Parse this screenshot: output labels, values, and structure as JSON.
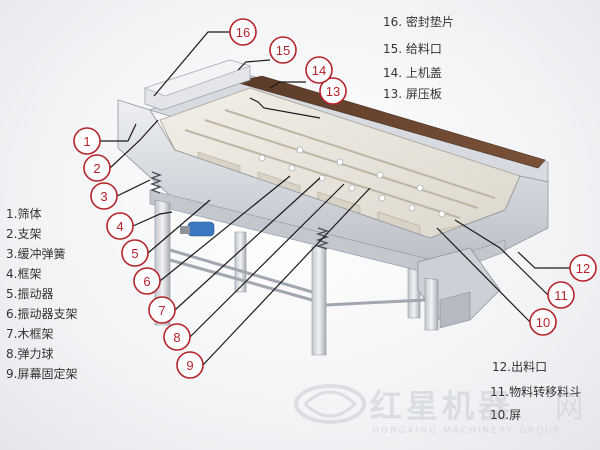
{
  "legend_left": [
    {
      "num": "1",
      "text": "1.筛体"
    },
    {
      "num": "2",
      "text": "2.支架"
    },
    {
      "num": "3",
      "text": "3.缓冲弹簧"
    },
    {
      "num": "4",
      "text": "4.框架"
    },
    {
      "num": "5",
      "text": "5.振动器"
    },
    {
      "num": "6",
      "text": "6.振动器支架"
    },
    {
      "num": "7",
      "text": "7.木框架"
    },
    {
      "num": "8",
      "text": "8.弹力球"
    },
    {
      "num": "9",
      "text": "9.屏幕固定架"
    }
  ],
  "legend_top_right": [
    {
      "num": "16",
      "text": "16. 密封垫片"
    },
    {
      "num": "15",
      "text": "15. 给料口"
    },
    {
      "num": "14",
      "text": "14. 上机盖"
    },
    {
      "num": "13",
      "text": "13. 屏压板"
    }
  ],
  "legend_bottom_right": [
    {
      "num": "12",
      "text": "12.出料口"
    },
    {
      "num": "11",
      "text": "11.物料转移料斗"
    },
    {
      "num": "10",
      "text": "10.屏"
    }
  ],
  "callouts": [
    "1",
    "2",
    "3",
    "4",
    "5",
    "6",
    "7",
    "8",
    "9",
    "10",
    "11",
    "12",
    "13",
    "14",
    "15",
    "16"
  ],
  "watermark": {
    "cn": "红星机器",
    "en": "HONGXING MACHINERY GROUP",
    "site": "网"
  },
  "colors": {
    "callout_ring": "#b5232b",
    "callout_text": "#b5232b",
    "leader_line": "#1a1a1a",
    "machine_body": "#c9ccd3",
    "screen_plate": "#e9e6dd"
  }
}
